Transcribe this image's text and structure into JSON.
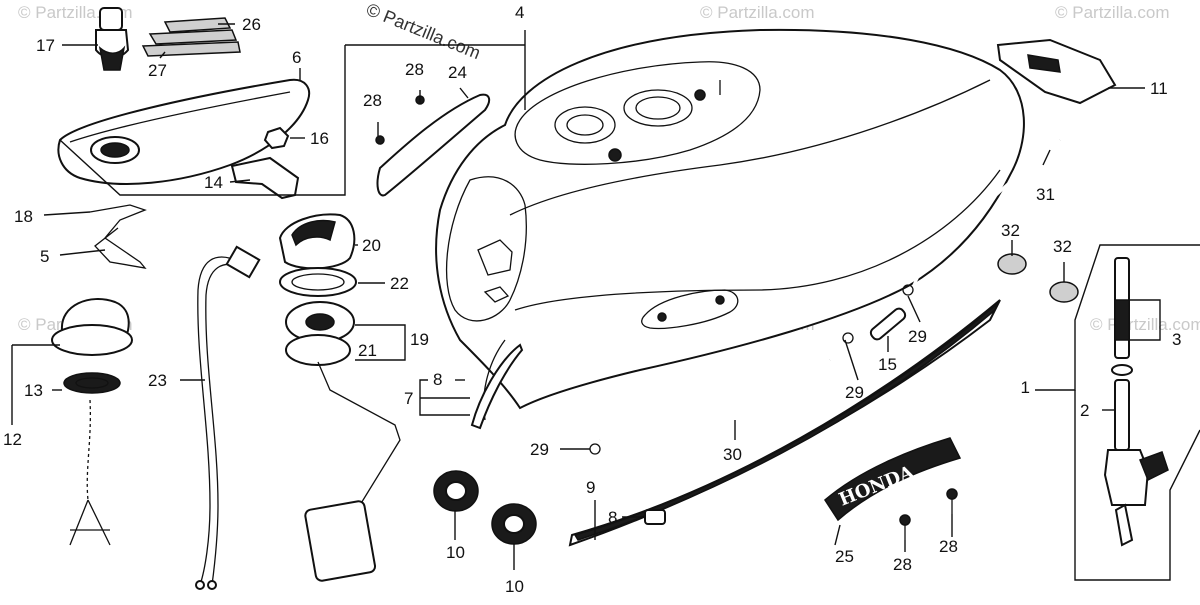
{
  "watermarks": {
    "center": "© Partzilla.com",
    "corner": "© Partzilla.com"
  },
  "callouts": {
    "c1": "1",
    "c2": "2",
    "c3": "3",
    "c4": "4",
    "c5": "5",
    "c6": "6",
    "c7": "7",
    "c8a": "8",
    "c8b": "8",
    "c9": "9",
    "c10a": "10",
    "c10b": "10",
    "c11": "11",
    "c12": "12",
    "c13": "13",
    "c14": "14",
    "c15": "15",
    "c16": "16",
    "c17": "17",
    "c18": "18",
    "c19": "19",
    "c20": "20",
    "c21": "21",
    "c22": "22",
    "c23": "23",
    "c24": "24",
    "c25": "25",
    "c26": "26",
    "c27": "27",
    "c28a": "28",
    "c28b": "28",
    "c28c": "28",
    "c28d": "28",
    "c29a": "29",
    "c29b": "29",
    "c29c": "29",
    "c30": "30",
    "c31": "31",
    "c32a": "32",
    "c32b": "32"
  },
  "emblem_text": "HONDA"
}
